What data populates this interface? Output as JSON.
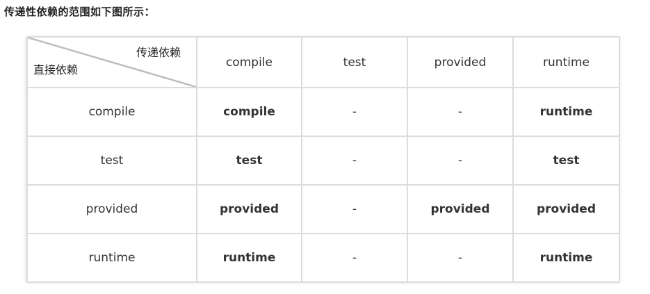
{
  "heading": "传递性依赖的范围如下图所示：",
  "table": {
    "corner": {
      "top_label": "传递依赖",
      "bottom_label": "直接依赖"
    },
    "columns": [
      "compile",
      "test",
      "provided",
      "runtime"
    ],
    "rows": [
      {
        "label": "compile",
        "cells": [
          "compile",
          "-",
          "-",
          "runtime"
        ]
      },
      {
        "label": "test",
        "cells": [
          "test",
          "-",
          "-",
          "test"
        ]
      },
      {
        "label": "provided",
        "cells": [
          "provided",
          "-",
          "provided",
          "provided"
        ]
      },
      {
        "label": "runtime",
        "cells": [
          "runtime",
          "-",
          "-",
          "runtime"
        ]
      }
    ]
  }
}
